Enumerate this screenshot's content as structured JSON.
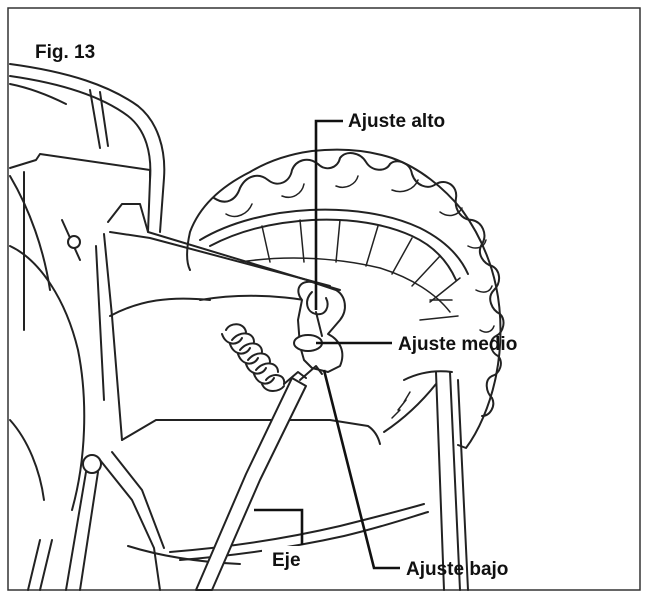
{
  "figure": {
    "title": "Fig. 13",
    "labels": {
      "high": "Ajuste alto",
      "medium": "Ajuste medio",
      "low": "Ajuste bajo",
      "axle": "Eje"
    }
  }
}
